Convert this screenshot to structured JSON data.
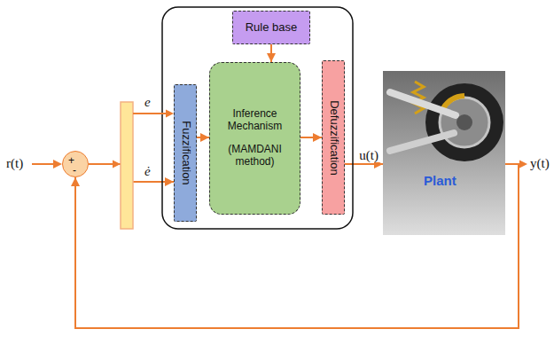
{
  "diagram": {
    "nodes": [
      {
        "text": [
          "+",
          "-"
        ]
      },
      {
        "text": [
          "Rule base"
        ]
      },
      {
        "text": [
          "Fuzzification"
        ]
      },
      {
        "text": [
          "Inference Mechanism",
          "(MAMDANI method)"
        ]
      },
      {
        "text": [
          "Defuzzification"
        ]
      },
      {
        "text": [
          "Plant"
        ]
      }
    ],
    "edges": [
      {
        "from": 0,
        "to": 2,
        "arrow": "to"
      },
      {
        "from": 1,
        "to": 3,
        "arrow": "to"
      },
      {
        "from": 2,
        "to": 3,
        "arrow": "to"
      },
      {
        "from": 3,
        "to": 4,
        "arrow": "to"
      },
      {
        "from": 4,
        "to": 5,
        "label": "u(t)",
        "arrow": "to"
      },
      {
        "from": 5,
        "to": 0,
        "arrow": "to"
      }
    ],
    "labels": [
      "r(t)",
      "e",
      "ė",
      "y(t)"
    ]
  }
}
